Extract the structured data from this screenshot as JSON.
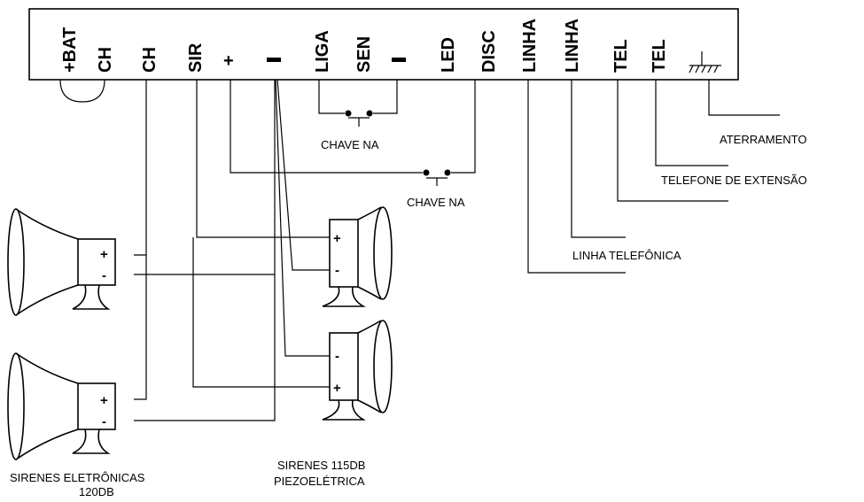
{
  "terminals": [
    {
      "id": "bat",
      "label": "+BAT"
    },
    {
      "id": "ch1",
      "label": "CH"
    },
    {
      "id": "ch2",
      "label": "CH"
    },
    {
      "id": "sir",
      "label": "SIR"
    },
    {
      "id": "plus",
      "label": "+"
    },
    {
      "id": "minus1",
      "label": "–"
    },
    {
      "id": "liga",
      "label": "LIGA"
    },
    {
      "id": "sen",
      "label": "SEN"
    },
    {
      "id": "minus2",
      "label": "–"
    },
    {
      "id": "led",
      "label": "LED"
    },
    {
      "id": "disc",
      "label": "DISC"
    },
    {
      "id": "linha1",
      "label": "LINHA"
    },
    {
      "id": "linha2",
      "label": "LINHA"
    },
    {
      "id": "tel1",
      "label": "TEL"
    },
    {
      "id": "tel2",
      "label": "TEL"
    }
  ],
  "ground_symbol": "ground-icon",
  "labels": {
    "chave_na_1": "CHAVE NA",
    "chave_na_2": "CHAVE NA",
    "aterramento": "ATERRAMENTO",
    "telefone_extensao": "TELEFONE DE EXTENSÃO",
    "linha_telefonica": "LINHA TELEFÔNICA",
    "sirenes_eletronicas_line1": "SIRENES ELETRÔNICAS",
    "sirenes_eletronicas_line2": "120DB",
    "sirenes_piezo_line1": "SIRENES 115DB",
    "sirenes_piezo_line2": "PIEZOELÉTRICA"
  },
  "sirens": {
    "electronic_top": {
      "plus": "+",
      "minus": "-"
    },
    "electronic_bottom": {
      "plus": "+",
      "minus": "-"
    },
    "piezo_top": {
      "plus": "+",
      "minus": "-"
    },
    "piezo_bottom": {
      "plus": "+",
      "minus": "-"
    }
  }
}
